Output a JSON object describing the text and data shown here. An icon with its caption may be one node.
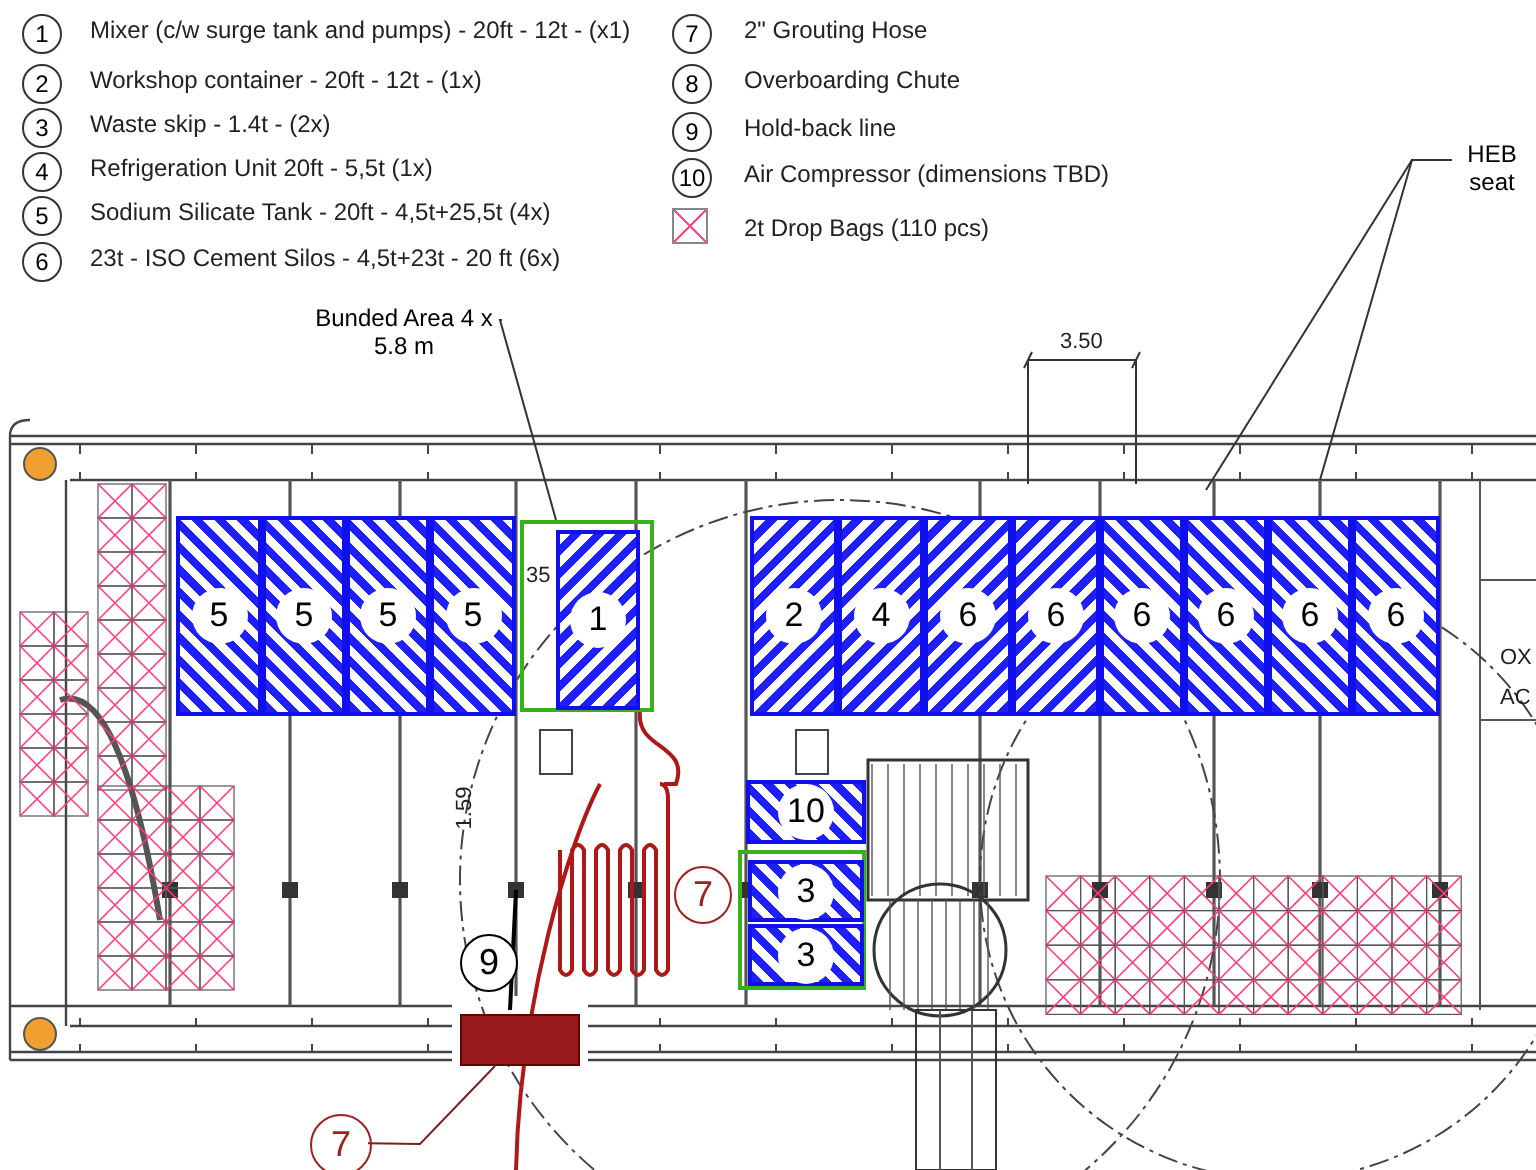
{
  "diagram": {
    "nodes": [
      {
        "text": [
          "Bunded Area 4 x 5.8 m"
        ]
      },
      {
        "text": [],
        "shape": "box"
      },
      {
        "text": [
          "1"
        ],
        "in": 1
      },
      {
        "text": [
          "5"
        ]
      },
      {
        "text": [
          "5"
        ]
      },
      {
        "text": [
          "5"
        ]
      },
      {
        "text": [
          "5"
        ]
      },
      {
        "text": [
          "2"
        ]
      },
      {
        "text": [
          "4"
        ]
      },
      {
        "text": [
          "6"
        ]
      },
      {
        "text": [
          "6"
        ]
      },
      {
        "text": [
          "6"
        ]
      },
      {
        "text": [
          "6"
        ]
      },
      {
        "text": [
          "6"
        ]
      },
      {
        "text": [
          "6"
        ]
      },
      {
        "text": [
          "10"
        ]
      },
      {
        "text": [],
        "shape": "box"
      },
      {
        "text": [
          "3"
        ],
        "in": 16
      },
      {
        "text": [
          "3"
        ],
        "in": 16
      },
      {
        "text": [
          "7"
        ]
      },
      {
        "text": [
          "9"
        ]
      },
      {
        "text": [
          "7"
        ]
      },
      {
        "text": [],
        "shape": "box"
      },
      {
        "text": [
          "HEB",
          "seat"
        ]
      }
    ],
    "edges": [
      {
        "from": 0,
        "to": 1,
        "arrow": "none"
      },
      {
        "from": 21,
        "to": 22,
        "arrow": "none"
      },
      {
        "from": 23,
        "to": null,
        "arrow": "none"
      },
      {
        "from": 23,
        "to": null,
        "arrow": "none"
      }
    ],
    "labels": [
      "1",
      "2",
      "3",
      "4",
      "5",
      "6",
      "7",
      "8",
      "9",
      "10",
      "3.50",
      "35",
      "1.59",
      "OX",
      "AC"
    ],
    "legend": [
      {
        "text": "Mixer (c/w surge tank and pumps) - 20ft - 12t - (x1)"
      },
      {
        "text": "Workshop container - 20ft - 12t - (1x)"
      },
      {
        "text": "Waste skip - 1.4t - (2x)"
      },
      {
        "text": "Refrigeration Unit 20ft - 5,5t (1x)"
      },
      {
        "text": "Sodium Silicate Tank - 20ft - 4,5t+25,5t (4x)"
      },
      {
        "text": "23t - ISO Cement Silos - 4,5t+23t - 20 ft (6x)"
      },
      {
        "text": "2\" Grouting Hose"
      },
      {
        "text": "Overboarding Chute"
      },
      {
        "text": "Hold-back line"
      },
      {
        "text": "Air Compressor (dimensions TBD)"
      },
      {
        "text": "2t Drop Bags  (110 pcs)"
      }
    ]
  }
}
